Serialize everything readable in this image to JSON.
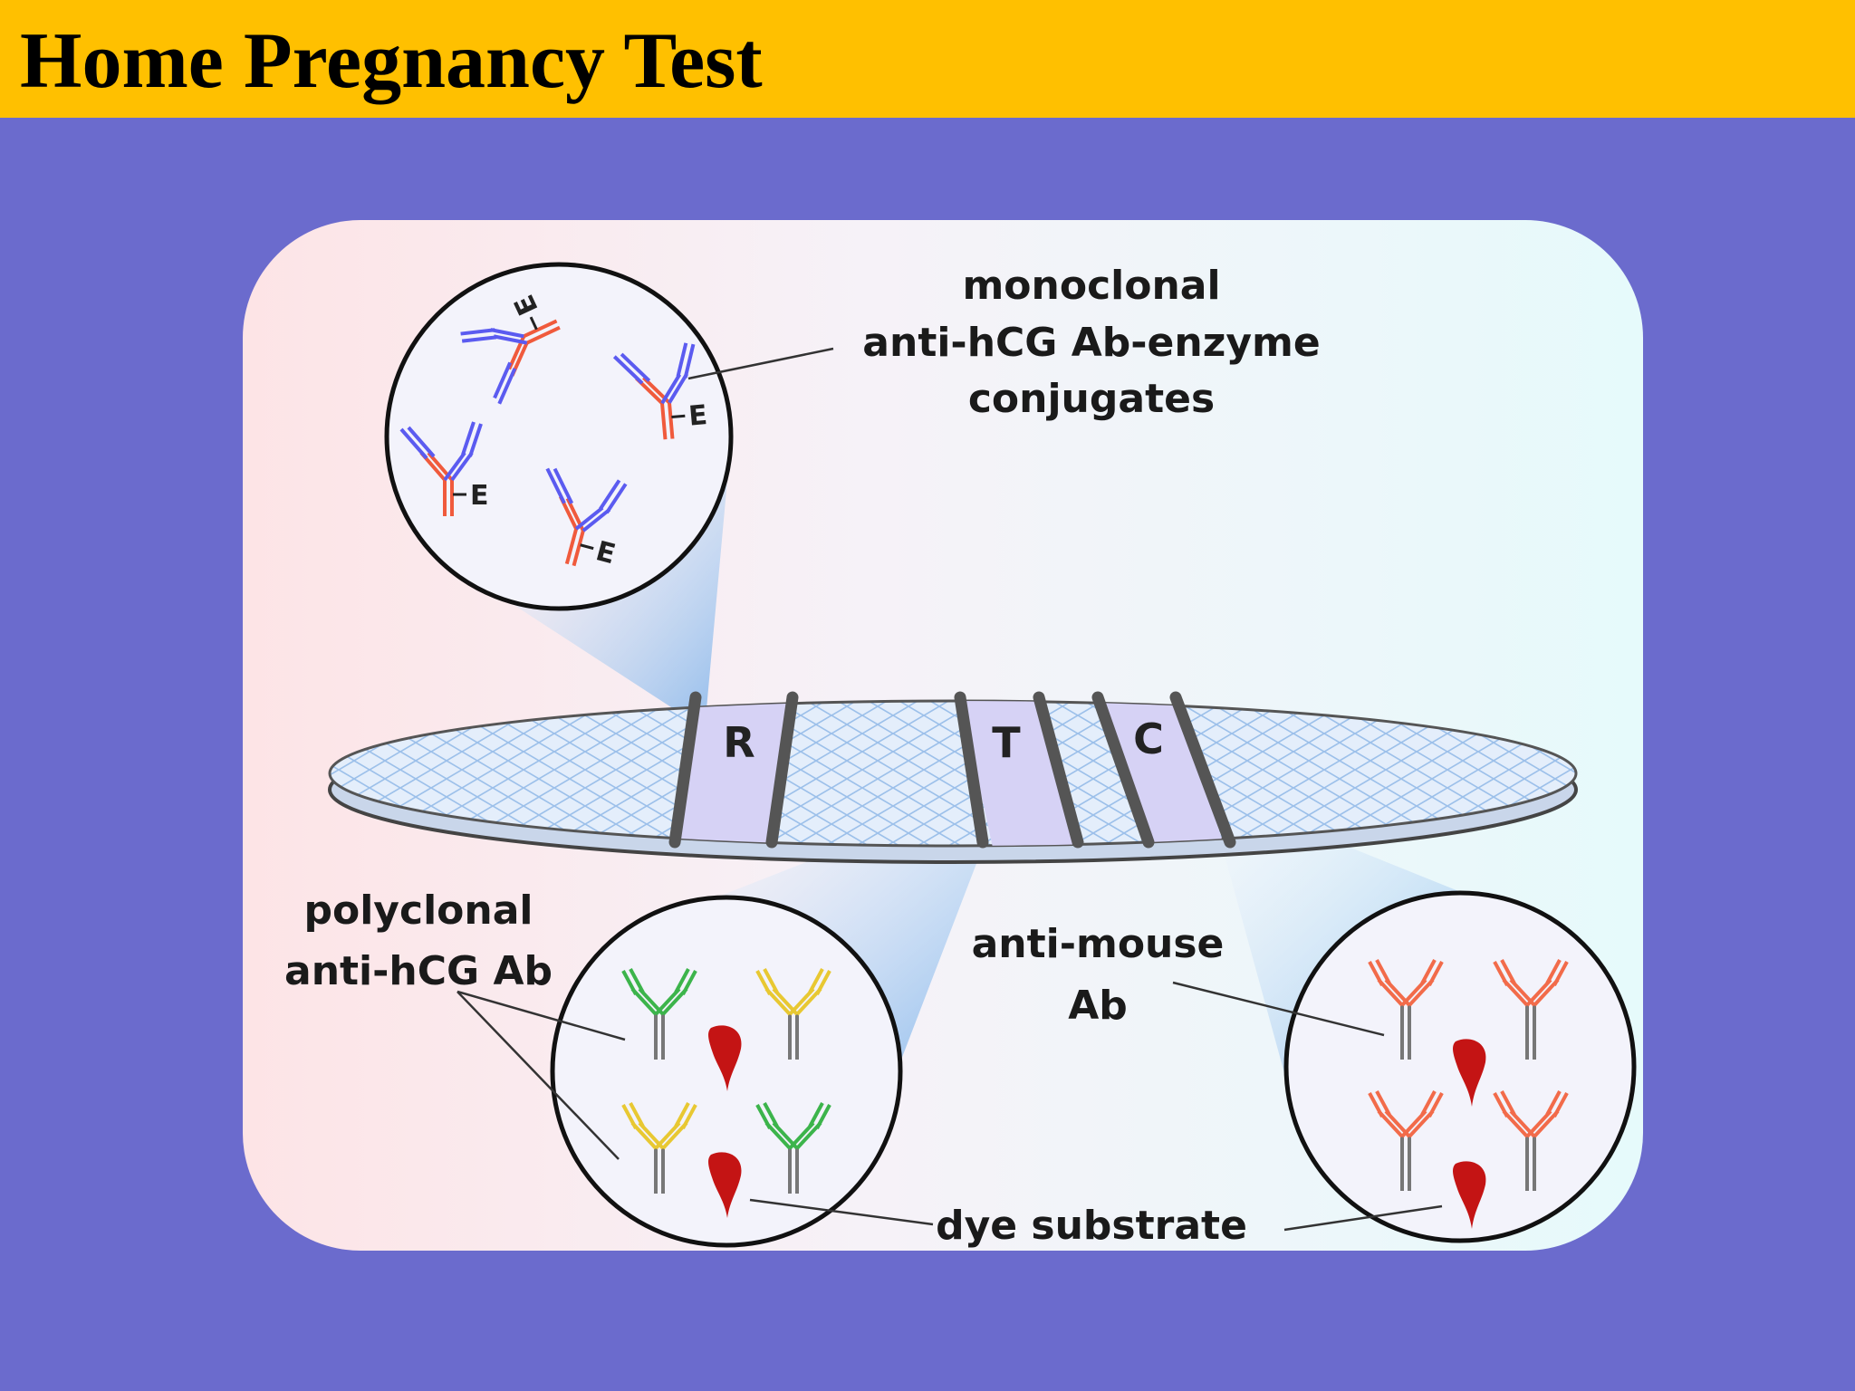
{
  "title": "Home Pregnancy Test",
  "colors": {
    "background": "#6b6bcd",
    "title_bar": "#ffc000",
    "monoclonal_light_chain": "#5b5bf0",
    "monoclonal_heavy_chain": "#f05a3c",
    "polyclonal_green": "#3cb44b",
    "polyclonal_yellow": "#e8c832",
    "anti_mouse": "#f26b4a",
    "dye_substrate": "#c41414",
    "zone": "#d6d2f5"
  },
  "strip": {
    "zones": [
      {
        "letter": "R"
      },
      {
        "letter": "T"
      },
      {
        "letter": "C"
      }
    ]
  },
  "labels": {
    "monoclonal": [
      "monoclonal",
      "anti-hCG Ab-enzyme",
      "conjugates"
    ],
    "polyclonal": [
      "polyclonal",
      "anti-hCG Ab"
    ],
    "anti_mouse": [
      "anti-mouse",
      "Ab"
    ],
    "dye_substrate": "dye substrate",
    "enzyme": "E"
  }
}
